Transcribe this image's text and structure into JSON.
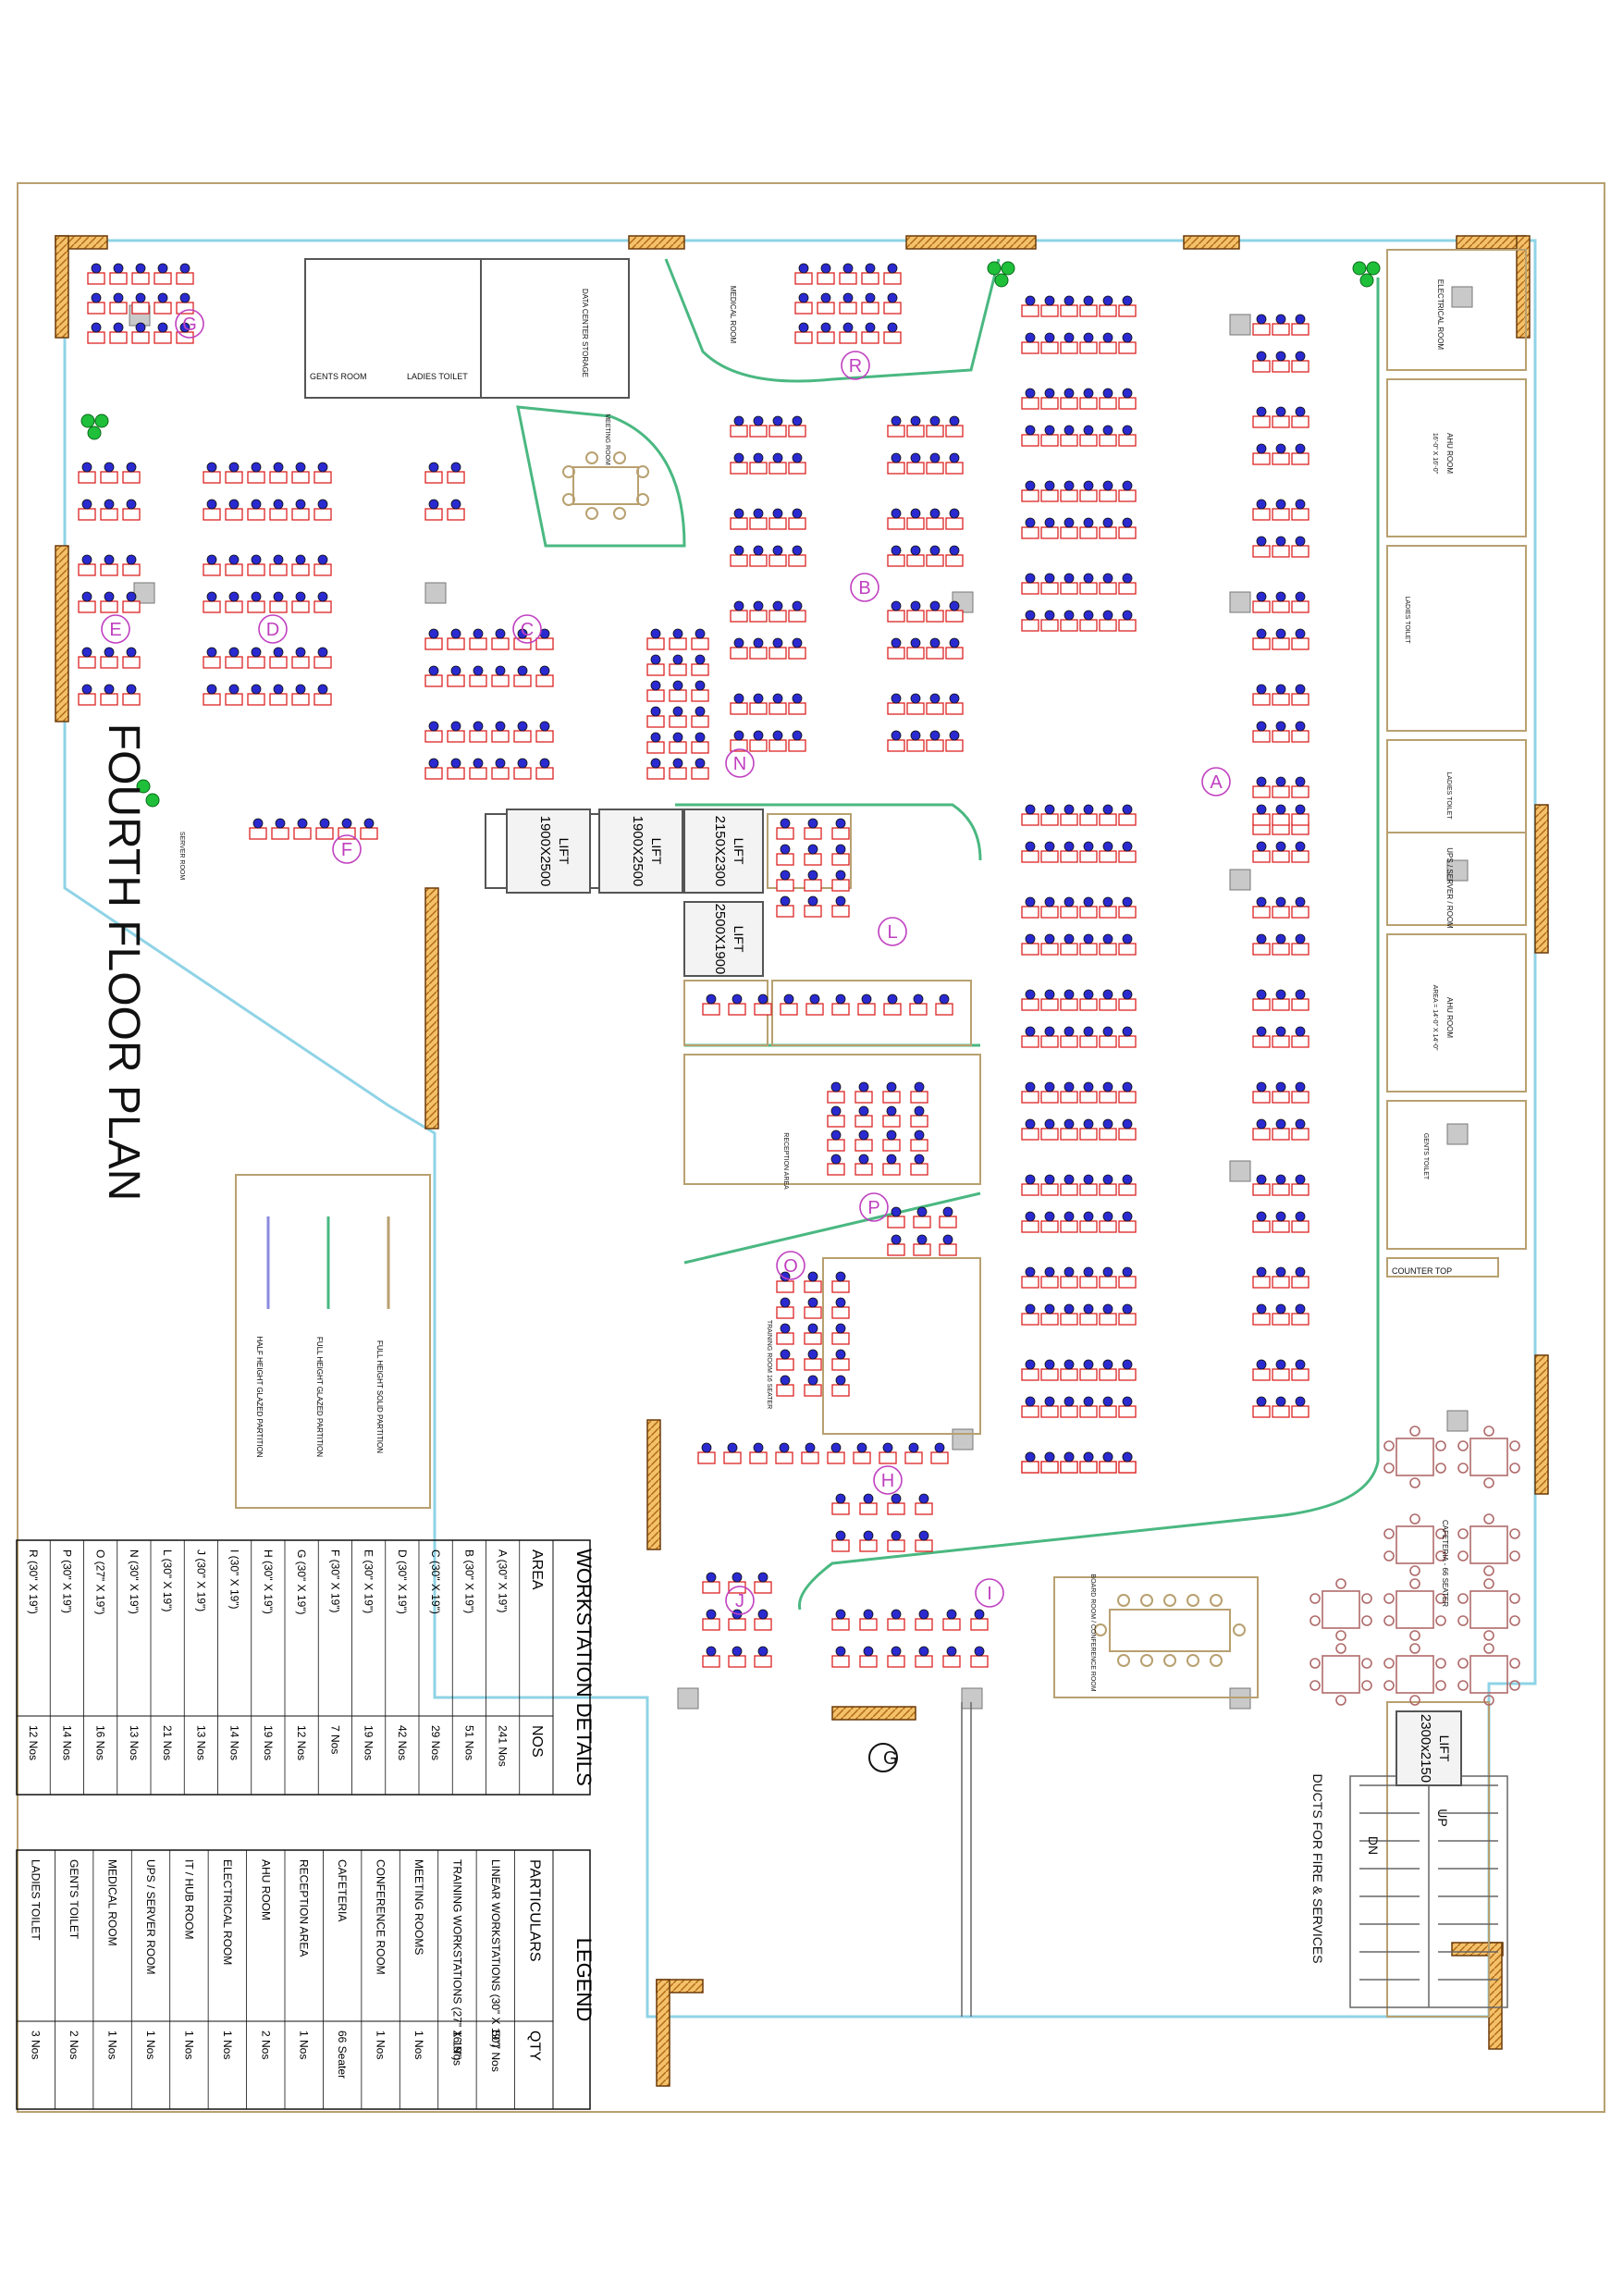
{
  "title": "FOURTH FLOOR PLAN",
  "zone_letters": [
    {
      "id": "A",
      "letter": "A"
    },
    {
      "id": "B",
      "letter": "B"
    },
    {
      "id": "C",
      "letter": "C"
    },
    {
      "id": "D",
      "letter": "D"
    },
    {
      "id": "E",
      "letter": "E"
    },
    {
      "id": "F",
      "letter": "F"
    },
    {
      "id": "G",
      "letter": "G"
    },
    {
      "id": "H",
      "letter": "H"
    },
    {
      "id": "I",
      "letter": "I"
    },
    {
      "id": "J",
      "letter": "J"
    },
    {
      "id": "L",
      "letter": "L"
    },
    {
      "id": "N",
      "letter": "N"
    },
    {
      "id": "O",
      "letter": "O"
    },
    {
      "id": "P",
      "letter": "P"
    },
    {
      "id": "R",
      "letter": "R"
    }
  ],
  "rooms": {
    "gents_room": "GENTS ROOM",
    "ladies_toilet_top": "LADIES TOILET",
    "data_center": "DATA CENTER STORAGE",
    "medical_room": "MEDICAL ROOM",
    "meeting_room": "MEETING ROOM",
    "electrical_room": "ELECTRICAL ROOM",
    "ahu_room_top": "AHU ROOM",
    "ahu_room_top_size": "16'-0\" X 16'-0\"",
    "ladies_toilet_right": "LADIES TOILET",
    "ladies_toilet_right2": "LADIES TOILET",
    "ups_server": "UPS / SERVER / ROOM",
    "ahu_room_mid": "AHU ROOM",
    "ahu_room_mid_size": "AREA = 14'-0\" X 14'-0\"",
    "gents_toilet": "GENTS TOILET",
    "counter_top": "COUNTER TOP",
    "cafeteria": "CAFETERIA - 66 SEATER",
    "reception_area": "RECEPTION AREA",
    "training_room": "TRAINING ROOM 16 SEATER",
    "board_room": "BOARD ROOM / CONFERENCE ROOM",
    "server_room": "SERVER ROOM",
    "ducts": "DUCTS FOR FIRE & SERVICES",
    "up": "UP",
    "dn": "DN",
    "g_marker": "G"
  },
  "lifts": [
    {
      "id": "lift1",
      "label": "LIFT",
      "size": "1900X2500"
    },
    {
      "id": "lift2",
      "label": "LIFT",
      "size": "1900X2500"
    },
    {
      "id": "lift3",
      "label": "LIFT",
      "size": "2150X2300"
    },
    {
      "id": "lift4",
      "label": "LIFT",
      "size": "2500X1900"
    },
    {
      "id": "lift5",
      "label": "LIFT",
      "size": "2300x2150"
    }
  ],
  "partition_legend": [
    {
      "label": "FULL HEIGHT SOLID PARTITION",
      "color": "#b8a070"
    },
    {
      "label": "FULL HEIGHT GLAZED PARTITION",
      "color": "#4ab881"
    },
    {
      "label": "HALF HEIGHT GLAZED PARTITION",
      "color": "#8a8ae0"
    }
  ],
  "workstation_details": {
    "title": "WORKSTATION DETAILS",
    "headers": [
      "AREA",
      "NOS"
    ],
    "rows": [
      [
        "A (30\" X 19\")",
        "241 Nos"
      ],
      [
        "B (30\" X 19\")",
        "51 Nos"
      ],
      [
        "C (30\" X 19\")",
        "29 Nos"
      ],
      [
        "D (30\" X 19\")",
        "42 Nos"
      ],
      [
        "E (30\" X 19\")",
        "19 Nos"
      ],
      [
        "F (30\" X 19\")",
        "7 Nos"
      ],
      [
        "G (30\" X 19\")",
        "12 Nos"
      ],
      [
        "H (30\" X 19\")",
        "19 Nos"
      ],
      [
        "I (30\" X 19\")",
        "14 Nos"
      ],
      [
        "J (30\" X 19\")",
        "13 Nos"
      ],
      [
        "L (30\" X 19\")",
        "21 Nos"
      ],
      [
        "N (30\" X 19\")",
        "13 Nos"
      ],
      [
        "O (27\" X 19\")",
        "16 Nos"
      ],
      [
        "P (30\" X 19\")",
        "14 Nos"
      ],
      [
        "R (30\" X 19\")",
        "12 Nos"
      ]
    ]
  },
  "legend": {
    "title": "LEGEND",
    "headers": [
      "PARTICULARS",
      "QTY"
    ],
    "rows": [
      [
        "LINEAR WORKSTATIONS (30\" X 19\")",
        "507 Nos"
      ],
      [
        "TRAINING WORKSTATIONS (27\" X 19\")",
        "16 Nos"
      ],
      [
        "MEETING ROOMS",
        "1 Nos"
      ],
      [
        "CONFERENCE ROOM",
        "1 Nos"
      ],
      [
        "CAFETERIA",
        "66 Seater"
      ],
      [
        "RECEPTION AREA",
        "1 Nos"
      ],
      [
        "AHU ROOM",
        "2 Nos"
      ],
      [
        "ELECTRICAL ROOM",
        "1 Nos"
      ],
      [
        "IT / HUB ROOM",
        "1 Nos"
      ],
      [
        "UPS / SERVER ROOM",
        "1 Nos"
      ],
      [
        "MEDICAL ROOM",
        "1 Nos"
      ],
      [
        "GENTS TOILET",
        "2 Nos"
      ],
      [
        "LADIES TOILET",
        "3 Nos"
      ]
    ]
  }
}
